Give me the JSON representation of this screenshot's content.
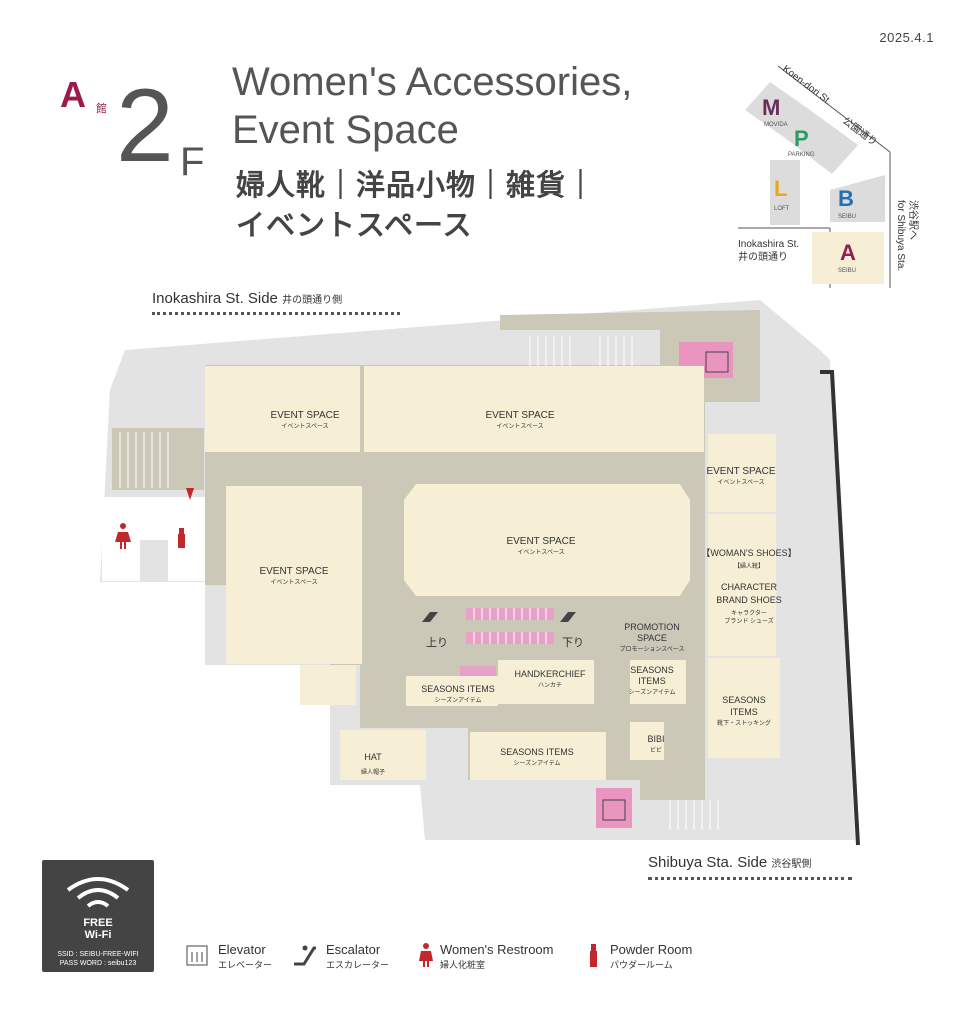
{
  "date": "2025.4.1",
  "building": {
    "letter": "A",
    "suffix": "館"
  },
  "floor": {
    "number": "2",
    "suffix": "F"
  },
  "title": {
    "en_line1": "Women's Accessories,",
    "en_line2": "Event Space",
    "jp_line1": "婦人靴｜洋品小物｜雑貨｜",
    "jp_line2": "イベントスペース"
  },
  "inset_map": {
    "street_top": "Koen-dori St.",
    "street_top_jp": "公園通り",
    "street_left": "Inokashira St.",
    "street_left_jp": "井の頭通り",
    "station": "for Shibuya Sta.",
    "station_jp": "渋谷駅へ",
    "buildings": [
      {
        "letter": "M",
        "name": "MOVIDA",
        "color": "#6a2c5a"
      },
      {
        "letter": "P",
        "name": "PARKING",
        "color": "#2a9a6a"
      },
      {
        "letter": "L",
        "name": "LOFT",
        "color": "#e8a81c"
      },
      {
        "letter": "B",
        "name": "SEIBU",
        "color": "#2470b8"
      },
      {
        "letter": "A",
        "name": "SEIBU",
        "color": "#9b1b4a"
      }
    ]
  },
  "sides": {
    "top": {
      "en": "Inokashira St. Side",
      "jp": "井の頭通り側"
    },
    "bottom": {
      "en": "Shibuya Sta. Side",
      "jp": "渋谷駅側"
    }
  },
  "areas": [
    {
      "id": "event1",
      "en": "EVENT SPACE",
      "jp": "イベントスペース"
    },
    {
      "id": "event2",
      "en": "EVENT SPACE",
      "jp": "イベントスペース"
    },
    {
      "id": "event3",
      "en": "EVENT SPACE",
      "jp": "イベントスペース"
    },
    {
      "id": "event4",
      "en": "EVENT SPACE",
      "jp": "イベントスペース"
    },
    {
      "id": "event5",
      "en": "EVENT SPACE",
      "jp": "イベントスペース"
    },
    {
      "id": "womans_shoes",
      "en": "【WOMAN'S SHOES】",
      "jp": "【婦人靴】"
    },
    {
      "id": "character",
      "en": "CHARACTER",
      "en2": "BRAND SHOES",
      "jp": "キャラクター",
      "jp2": "ブランド シューズ"
    },
    {
      "id": "promotion",
      "en": "PROMOTION",
      "en2": "SPACE",
      "jp": "プロモーションスペース"
    },
    {
      "id": "handkerchief",
      "en": "HANDKERCHIEF",
      "jp": "ハンカチ"
    },
    {
      "id": "seasons_center",
      "en": "SEASONS",
      "en2": "ITEMS",
      "jp": "シーズンアイテム"
    },
    {
      "id": "seasons_left",
      "en": "SEASONS ITEMS",
      "jp": "シーズンアイテム"
    },
    {
      "id": "seasons_right",
      "en": "SEASONS",
      "en2": "ITEMS",
      "jp": "靴下・ストッキング"
    },
    {
      "id": "seasons_bottom",
      "en": "SEASONS ITEMS",
      "jp": "シーズンアイテム"
    },
    {
      "id": "bibi",
      "en": "BIBI",
      "jp": "ビビ"
    },
    {
      "id": "hat",
      "en": "HAT",
      "jp": "婦人帽子"
    }
  ],
  "escalators": {
    "up": "上り",
    "down": "下り"
  },
  "wifi": {
    "title1": "FREE",
    "title2": "Wi-Fi",
    "ssid": "SSID : SEIBU-FREE-WIFI",
    "password": "PASS WORD : seibu123"
  },
  "legend": [
    {
      "en": "Elevator",
      "jp": "エレベーター",
      "icon": "elevator-icon"
    },
    {
      "en": "Escalator",
      "jp": "エスカレーター",
      "icon": "escalator-icon"
    },
    {
      "en": "Women's Restroom",
      "jp": "婦人化粧室",
      "icon": "womens-restroom-icon"
    },
    {
      "en": "Powder Room",
      "jp": "パウダールーム",
      "icon": "powder-room-icon"
    }
  ],
  "colors": {
    "area": "#f6efd5",
    "corridor": "#cbc8b8",
    "outside": "#e3e3e3",
    "elevator": "#e995bf",
    "accent": "#c0282c",
    "escalator": "#e7a0c6"
  }
}
